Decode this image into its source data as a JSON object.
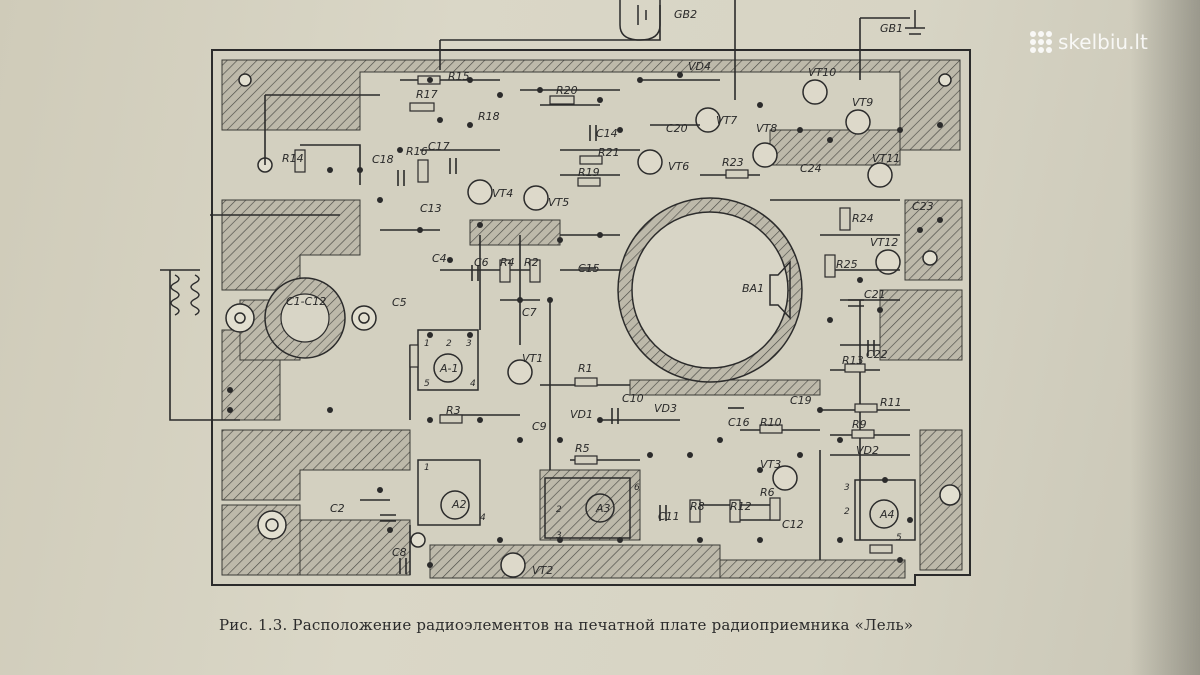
{
  "caption": "Рис. 1.3. Расположение радиоэлементов на печатной плате радиоприемника «Лель»",
  "watermark": "skelbiu.lt",
  "components": {
    "GB2": "GB2",
    "GB1": "GB1",
    "BA1": "BA1",
    "C1C12": "C1-C12",
    "R1": "R1",
    "R2": "R2",
    "R3": "R3",
    "R4": "R4",
    "R5": "R5",
    "R6": "R6",
    "R8": "R8",
    "R9": "R9",
    "R10": "R10",
    "R11": "R11",
    "R12": "R12",
    "R13": "R13",
    "R14": "R14",
    "R15": "R15",
    "R16": "R16",
    "R17": "R17",
    "R18": "R18",
    "R19": "R19",
    "R20": "R20",
    "R21": "R21",
    "R23": "R23",
    "R24": "R24",
    "R25": "R25",
    "C2": "C2",
    "C4": "C4",
    "C5": "C5",
    "C6": "C6",
    "C7": "C7",
    "C8": "C8",
    "C9": "C9",
    "C10": "C10",
    "C11": "C11",
    "C12": "C12",
    "C13": "C13",
    "C14": "C14",
    "C15": "C15",
    "C16": "C16",
    "C17": "C17",
    "C18": "C18",
    "C19": "C19",
    "C20": "C20",
    "C21": "C21",
    "C22": "C22",
    "C23": "C23",
    "C24": "C24",
    "VT1": "VT1",
    "VT2": "VT2",
    "VT3": "VT3",
    "VT4": "VT4",
    "VT5": "VT5",
    "VT6": "VT6",
    "VT7": "VT7",
    "VT8": "VT8",
    "VT9": "VT9",
    "VT10": "VT10",
    "VT11": "VT11",
    "VT12": "VT12",
    "VD1": "VD1",
    "VD2": "VD2",
    "VD3": "VD3",
    "VD4": "VD4",
    "A1": "A-1",
    "A2": "A2",
    "A3": "A3",
    "A4": "A4"
  },
  "pins": {
    "p1": "1",
    "p2": "2",
    "p3": "3",
    "p4": "4",
    "p5": "5",
    "p6": "6"
  }
}
